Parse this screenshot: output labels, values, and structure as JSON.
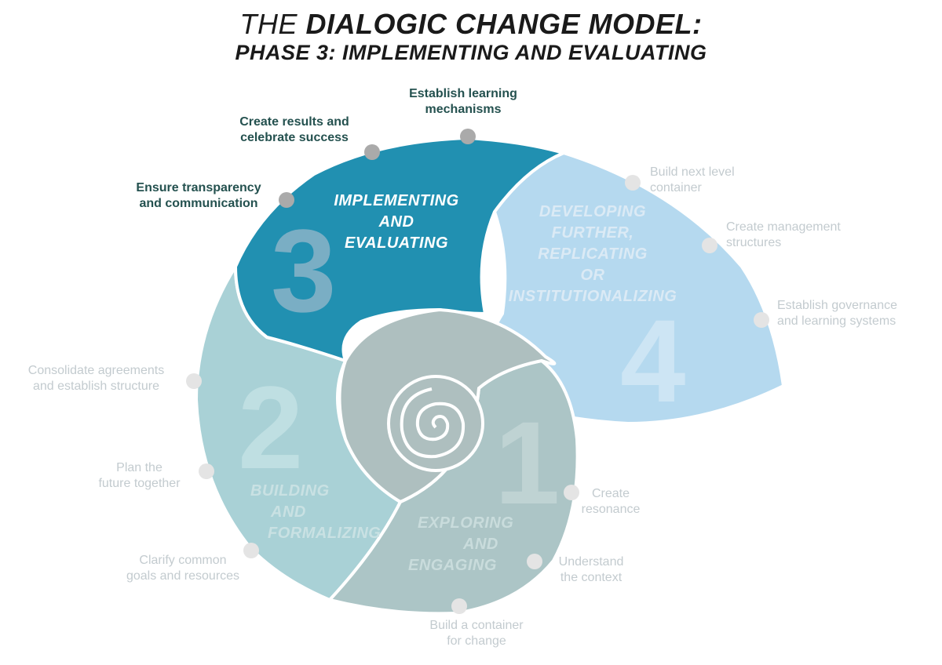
{
  "title": {
    "line1_light": "THE ",
    "line1_bold": "DIALOGIC CHANGE MODEL:",
    "line2_bold": "PHASE 3",
    "line2_light": ": IMPLEMENTING AND EVALUATING"
  },
  "colors": {
    "phase3": "#2190b1",
    "phase4": "#b5d9ef",
    "phase2": "#a9d1d6",
    "phase1": "#acc5c6",
    "inner": "#aebfbf",
    "dot": "#aaaaaa",
    "dot_dim": "#e4e4e4",
    "active_text": "#24514f",
    "dim_text": "#c3cbcf"
  },
  "phases": {
    "p3": {
      "number": "3",
      "name": [
        "IMPLEMENTING",
        "AND",
        "EVALUATING"
      ]
    },
    "p4": {
      "number": "4",
      "name": [
        "DEVELOPING",
        "FURTHER,",
        "REPLICATING",
        "OR",
        "INSTITUTIONALIZING"
      ]
    },
    "p2": {
      "number": "2",
      "name": [
        "BUILDING",
        "AND",
        "FORMALIZING"
      ]
    },
    "p1": {
      "number": "1",
      "name": [
        "EXPLORING",
        "AND",
        "ENGAGING"
      ]
    }
  },
  "steps": {
    "establish_learning": [
      "Establish learning",
      "mechanisms"
    ],
    "create_results": [
      "Create results and",
      "celebrate success"
    ],
    "ensure_transparency": [
      "Ensure transparency",
      "and communication"
    ],
    "build_next_level": [
      "Build next level",
      "container"
    ],
    "create_management": [
      "Create management",
      "structures"
    ],
    "establish_governance": [
      "Establish governance",
      "and learning systems"
    ],
    "consolidate": [
      "Consolidate agreements",
      "and establish structure"
    ],
    "plan_future": [
      "Plan the",
      "future together"
    ],
    "clarify_goals": [
      "Clarify common",
      "goals and resources"
    ],
    "create_resonance": [
      "Create",
      "resonance"
    ],
    "understand_context": [
      "Understand",
      "the context"
    ],
    "build_container": [
      "Build a container",
      "for change"
    ]
  }
}
